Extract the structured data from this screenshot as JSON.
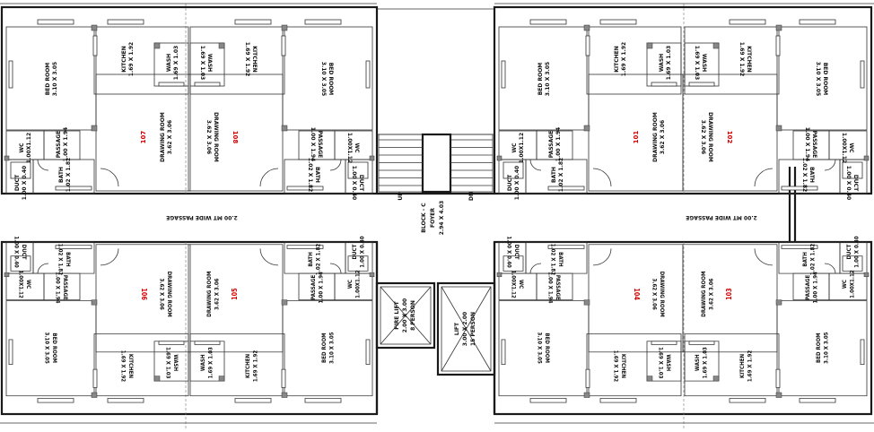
{
  "labels": {
    "bedroom": "BED ROOM",
    "bedroom_size": "3.10 X 3.05",
    "kitchen": "KITCHEN",
    "kitchen_size": "1.69 X 1.92",
    "wash": "WASH",
    "wash_size": "1.69 X 1.03",
    "drawing": "DRAWING ROOM",
    "drawing_size": "3.62 X 3.06",
    "wc": "WC",
    "wc_size": "1.00X1.12",
    "passage": "PASSAGE",
    "passage_size": "1.00 X 1.94",
    "bath": "BATH",
    "bath_size": "1.02 X 1.82",
    "duct": "DUCT",
    "duct_size": "1.00 X 0.40"
  },
  "units": [
    "107",
    "108",
    "101",
    "102",
    "106",
    "105",
    "104",
    "103"
  ],
  "corridor": {
    "passage_left": "2.00 MT WIDE PASSAGE",
    "passage_right": "2.00 MT WIDE PASSAGE",
    "block": "BLOCK - C",
    "foyer": "FOYER",
    "foyer_size": "2.94 X 4.03"
  },
  "stair": {
    "up": "UP",
    "dn": "DN"
  },
  "lifts": {
    "fire_lift": "FIRE LIFT",
    "fire_lift_size": "2.00 X 3.00",
    "fire_lift_cap": "8 PERSON",
    "lift": "LIFT",
    "lift_size": "3.00 X 2.00",
    "lift_cap": "15 PERSON"
  }
}
